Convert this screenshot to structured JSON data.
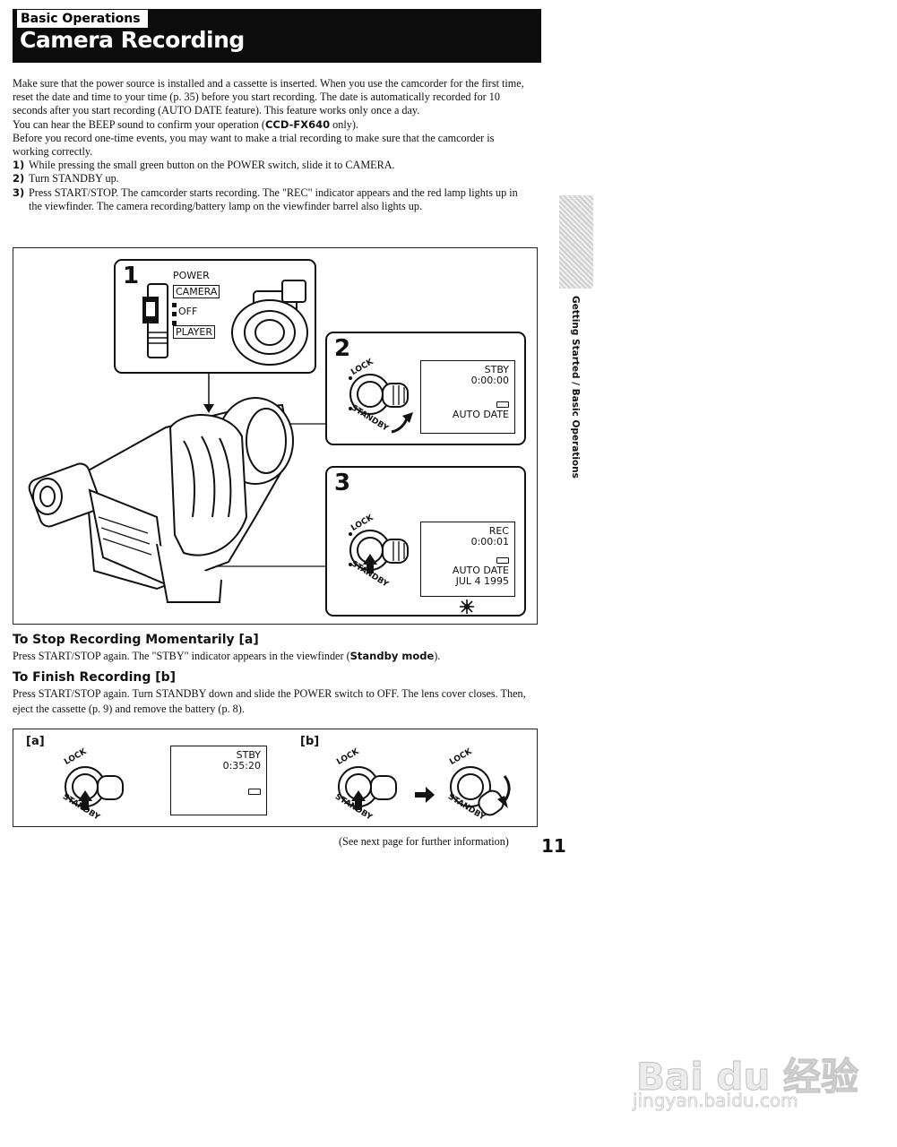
{
  "header": {
    "section": "Basic Operations",
    "title": "Camera Recording"
  },
  "intro": {
    "paragraphs": [
      "Make sure that the power source is installed and a cassette is inserted. When you use the camcorder for the first time, reset the date and time to your time (p. 35) before you start recording. The date is automatically recorded for 10 seconds after you start recording (AUTO DATE feature). This feature works only once a day.",
      "You can hear the BEEP sound to confirm your operation (",
      "Before you record one-time events, you may want to make a trial recording to make sure that the camcorder is working correctly."
    ],
    "beep_model": "CCD-FX640",
    "beep_suffix": " only).",
    "steps": [
      {
        "num": "1)",
        "text": "While pressing the small green button on the POWER switch, slide it to CAMERA."
      },
      {
        "num": "2)",
        "text": "Turn STANDBY up."
      },
      {
        "num": "3)",
        "text": "Press START/STOP. The camcorder starts recording. The \"REC\" indicator appears and the red lamp lights up in the viewfinder. The camera recording/battery lamp on the viewfinder barrel also lights up."
      }
    ]
  },
  "side_tab": "Getting Started / Basic Operations",
  "figure": {
    "panel1": {
      "num": "1",
      "power": "POWER",
      "camera": "CAMERA",
      "off": "OFF",
      "player": "PLAYER"
    },
    "panel2": {
      "num": "2",
      "lock": "LOCK",
      "standby": "STANDBY",
      "vf_line1": "STBY",
      "vf_line2": "0:00:00",
      "vf_line3": "AUTO DATE"
    },
    "panel3": {
      "num": "3",
      "lock": "LOCK",
      "standby": "STANDBY",
      "vf_line1": "REC",
      "vf_line2": "0:00:01",
      "vf_line3": "AUTO DATE",
      "vf_line4": "JUL 4 1995"
    }
  },
  "stop": {
    "heading": "To Stop Recording Momentarily [a]",
    "text_pre": "Press START/STOP again. The \"STBY\" indicator appears in the viewfinder (",
    "text_bold": "Standby mode",
    "text_post": ")."
  },
  "finish": {
    "heading": "To Finish Recording [b]",
    "text": "Press START/STOP again. Turn STANDBY down and slide the POWER switch to OFF. The lens cover closes. Then, eject the cassette (p. 9) and remove the battery (p. 8)."
  },
  "bottom": {
    "label_a": "[a]",
    "label_b": "[b]",
    "lock": "LOCK",
    "standby": "STANDBY",
    "vf_line1": "STBY",
    "vf_line2": "0:35:20"
  },
  "footer": {
    "note": "(See next page for further information)",
    "page": "11"
  },
  "watermark": {
    "logo": "Bai du 经验",
    "url": "jingyan.baidu.com"
  }
}
